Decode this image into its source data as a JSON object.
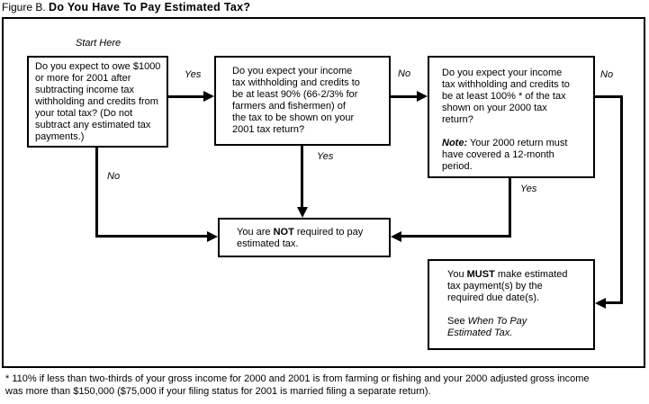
{
  "title": {
    "prefix": "Figure B.",
    "main": "Do You Have To Pay Estimated Tax?"
  },
  "labels": {
    "start_here": "Start Here",
    "q1_yes": "Yes",
    "q1_no": "No",
    "q2_no": "No",
    "q2_yes": "Yes",
    "q3_no": "No",
    "q3_yes": "Yes"
  },
  "boxes": {
    "q1": {
      "lines": [
        "Do you expect to owe $1000",
        "or more for 2001 after",
        "subtracting income tax",
        "withholding and credits from",
        "your total tax? (Do not",
        "subtract any estimated tax",
        "payments.)"
      ]
    },
    "q2": {
      "lines": [
        "Do you expect your income",
        "tax withholding and credits to",
        "be at least 90% (66-2/3% for",
        "farmers and fishermen) of",
        "the tax to be shown on your",
        "2001 tax return?"
      ]
    },
    "q3": {
      "question_lines": [
        "Do you expect your income",
        "tax withholding and credits to",
        "be at least 100% * of the tax",
        "shown on your 2000 tax",
        "return?"
      ],
      "note_label": "Note:",
      "note_lines": [
        " Your 2000 return must",
        "have covered a 12-month",
        "period."
      ]
    },
    "not_required": {
      "pre": "You are ",
      "emph": "NOT",
      "post": " required to pay",
      "line2": "estimated tax."
    },
    "must": {
      "pre": "You ",
      "emph": "MUST",
      "post": " make estimated",
      "line2": "tax payment(s) by the",
      "line3": "required due date(s).",
      "see_pre": "See ",
      "see_italic1": "When To Pay",
      "see_italic2": "Estimated Tax."
    }
  },
  "footnote_lines": [
    "* 110% if less than two-thirds of your gross income for 2000 and 2001 is from farming or fishing and your 2000 adjusted gross income",
    "was more than $150,000 ($75,000 if your filing status for 2001 is married filing a separate return)."
  ]
}
